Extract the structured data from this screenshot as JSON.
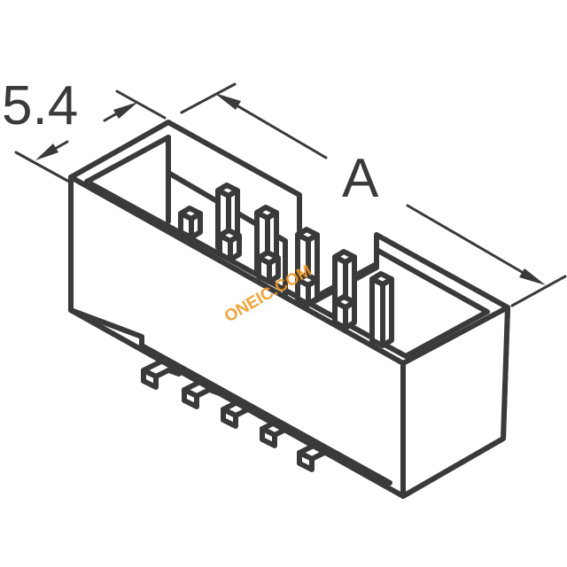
{
  "dimensions": {
    "width_label": "5.4",
    "length_label": "A"
  },
  "watermark": {
    "text": "ONEIC.COM"
  },
  "colors": {
    "line": "#3a3a3a",
    "fill": "#ffffff",
    "watermark": "#f39a1e"
  }
}
